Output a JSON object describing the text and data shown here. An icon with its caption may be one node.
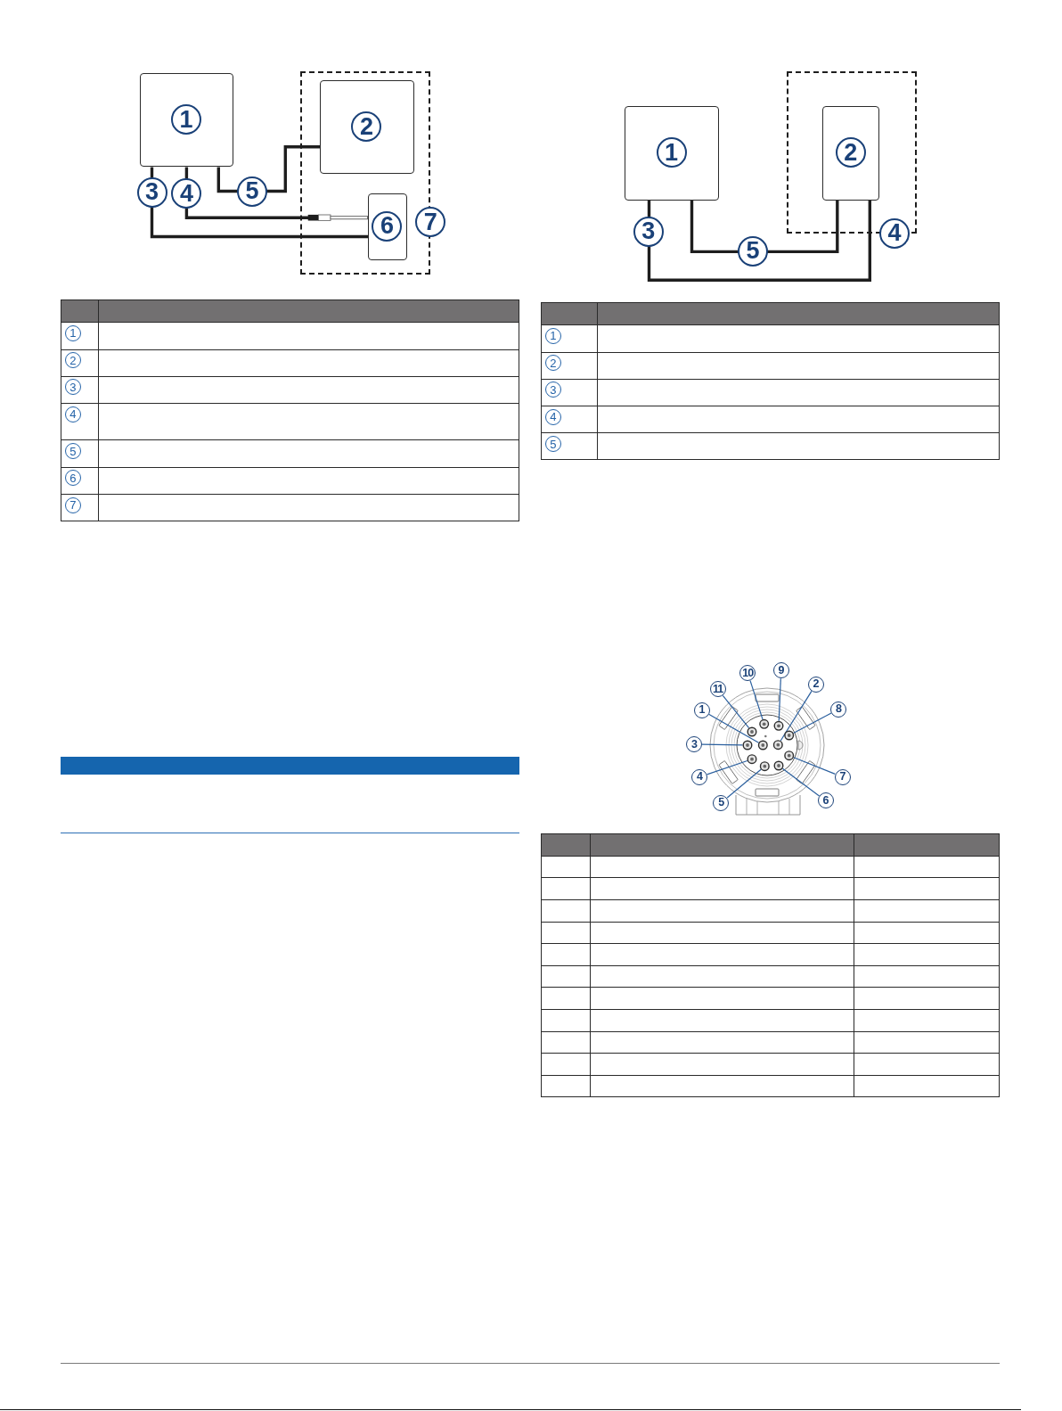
{
  "diagram": {
    "nodes": [
      {
        "text": [
          "1"
        ]
      },
      {
        "text": [
          "7"
        ]
      },
      {
        "text": [
          "2"
        ],
        "in": 1
      },
      {
        "text": [
          "6"
        ],
        "in": 1
      },
      {
        "text": [
          "1"
        ]
      },
      {
        "text": [
          "4"
        ]
      },
      {
        "text": [
          "2"
        ],
        "in": 5
      },
      {
        "text": [
          "10"
        ]
      },
      {
        "text": [
          "9"
        ]
      },
      {
        "text": [
          "11"
        ]
      },
      {
        "text": [
          "2"
        ]
      },
      {
        "text": [
          "1"
        ]
      },
      {
        "text": [
          "8"
        ]
      },
      {
        "text": [
          "3"
        ]
      },
      {
        "text": [
          "4"
        ]
      },
      {
        "text": [
          "7"
        ]
      },
      {
        "text": [
          "5"
        ]
      },
      {
        "text": [
          "6"
        ]
      },
      {
        "text": [],
        "shape": "circle"
      },
      {
        "text": [],
        "shape": "circle"
      },
      {
        "text": [],
        "shape": "circle"
      },
      {
        "text": [],
        "shape": "circle"
      },
      {
        "text": [],
        "shape": "circle"
      },
      {
        "text": [],
        "shape": "circle"
      },
      {
        "text": [],
        "shape": "circle"
      },
      {
        "text": [],
        "shape": "circle"
      },
      {
        "text": [],
        "shape": "circle"
      },
      {
        "text": [],
        "shape": "circle"
      },
      {
        "text": [],
        "shape": "circle"
      }
    ],
    "edges": [
      {
        "from": 0,
        "to": 3,
        "arrow": "none",
        "label": "3",
        "color": "#1e1e1e"
      },
      {
        "from": 0,
        "to": 3,
        "arrow": "none",
        "label": "4",
        "color": "#1e1e1e"
      },
      {
        "from": 0,
        "to": 2,
        "arrow": "none",
        "label": "5",
        "color": "#1e1e1e"
      },
      {
        "from": 4,
        "to": 6,
        "arrow": "none",
        "label": "3",
        "color": "#1e1e1e"
      },
      {
        "from": 4,
        "to": 6,
        "arrow": "none",
        "label": "5",
        "color": "#1e1e1e"
      },
      {
        "from": 7,
        "to": 18,
        "arrow": "none"
      },
      {
        "from": 8,
        "to": 19,
        "arrow": "none"
      },
      {
        "from": 9,
        "to": 20,
        "arrow": "none"
      },
      {
        "from": 10,
        "to": 24,
        "arrow": "none"
      },
      {
        "from": 11,
        "to": 23,
        "arrow": "none"
      },
      {
        "from": 12,
        "to": 21,
        "arrow": "none"
      },
      {
        "from": 13,
        "to": 22,
        "arrow": "none"
      },
      {
        "from": 14,
        "to": 26,
        "arrow": "none"
      },
      {
        "from": 15,
        "to": 25,
        "arrow": "none"
      },
      {
        "from": 16,
        "to": 27,
        "arrow": "none"
      },
      {
        "from": 17,
        "to": 28,
        "arrow": "none"
      }
    ],
    "labels": [
      "1",
      "2",
      "3",
      "4",
      "5",
      "6",
      "7",
      "1",
      "2",
      "3",
      "4",
      "5"
    ]
  }
}
